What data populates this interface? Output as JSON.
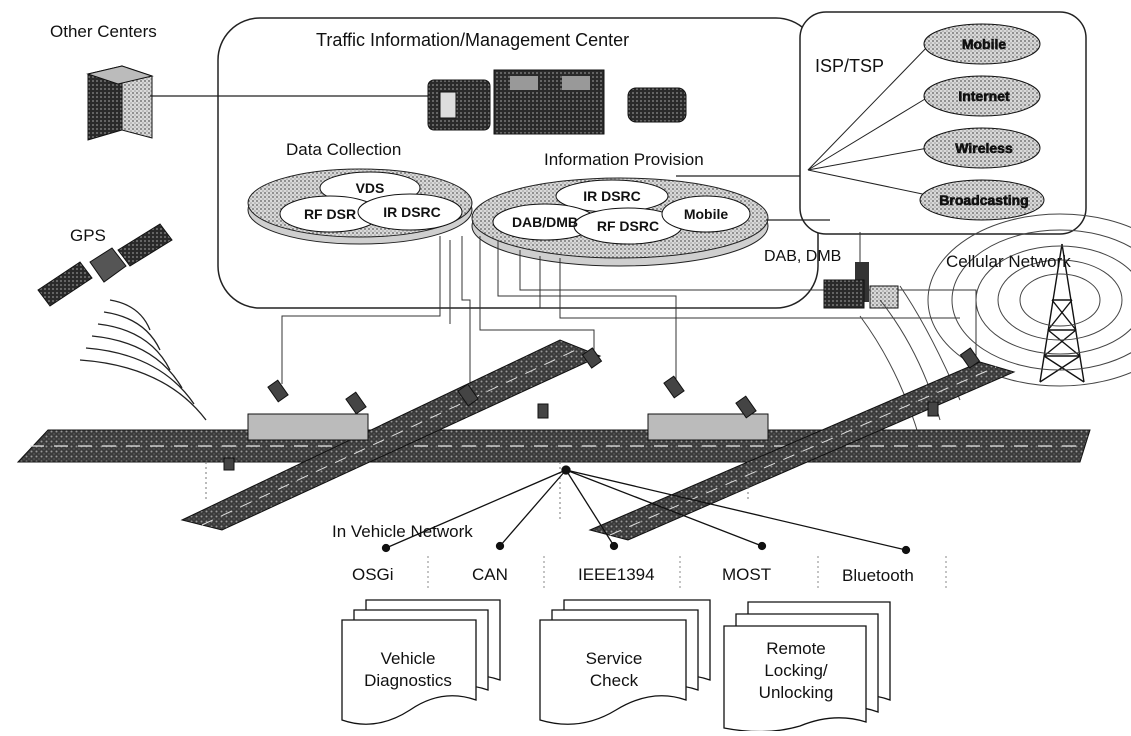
{
  "labels": {
    "other_centers": "Other Centers",
    "tim_center": "Traffic Information/Management Center",
    "isp_tsp": "ISP/TSP",
    "gps": "GPS",
    "data_collection": "Data Collection",
    "information_provision": "Information Provision",
    "dab_dmb_tower": "DAB, DMB",
    "cellular_network": "Cellular Network",
    "in_vehicle_network": "In Vehicle Network"
  },
  "isp_services": [
    "Mobile",
    "Internet",
    "Wireless",
    "Broadcasting"
  ],
  "data_collection_items": [
    "VDS",
    "RF DSR",
    "IR DSRC"
  ],
  "information_provision_items": [
    "IR DSRC",
    "DAB/DMB",
    "RF DSRC",
    "Mobile"
  ],
  "vehicle_protocols": [
    "OSGi",
    "CAN",
    "IEEE1394",
    "MOST",
    "Bluetooth"
  ],
  "applications": [
    "Vehicle Diagnostics",
    "Service Check",
    "Remote Locking/ Unlocking"
  ]
}
